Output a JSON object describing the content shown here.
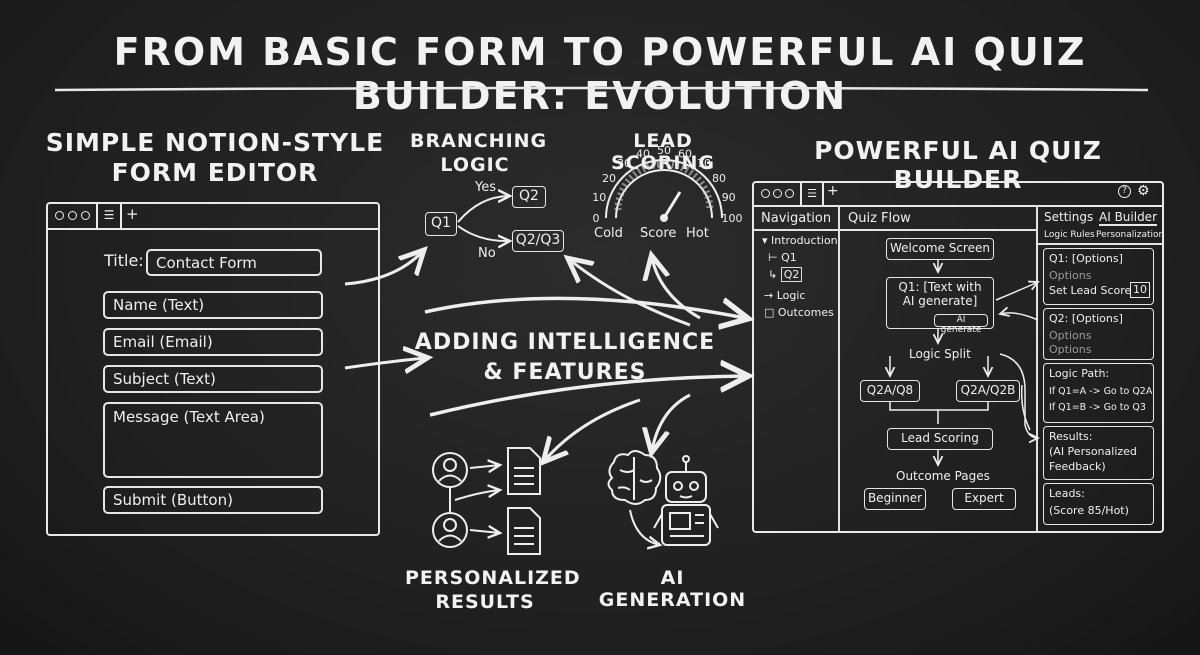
{
  "title": "FROM BASIC FORM TO POWERFUL AI QUIZ BUILDER: EVOLUTION",
  "left": {
    "heading_line1": "SIMPLE NOTION-STYLE",
    "heading_line2": "FORM EDITOR",
    "title_label": "Title:",
    "title_value": "Contact Form",
    "fields": [
      "Name (Text)",
      "Email (Email)",
      "Subject (Text)",
      "Message (Text Area)",
      "Submit (Button)"
    ]
  },
  "center": {
    "branching_line1": "BRANCHING",
    "branching_line2": "LOGIC",
    "q1": "Q1",
    "q2": "Q2",
    "q2q3": "Q2/Q3",
    "yes": "Yes",
    "no": "No",
    "lead_scoring": "LEAD SCORING",
    "gauge_ticks": [
      "0",
      "10",
      "20",
      "30",
      "40",
      "50",
      "60",
      "70",
      "80",
      "90",
      "100"
    ],
    "gauge_cold": "Cold",
    "gauge_score": "Score",
    "gauge_hot": "Hot",
    "middle_line1": "ADDING INTELLIGENCE",
    "middle_line2": "& FEATURES",
    "personalized_line1": "PERSONALIZED",
    "personalized_line2": "RESULTS",
    "ai_generation": "AI GENERATION"
  },
  "right": {
    "heading": "POWERFUL AI QUIZ BUILDER",
    "nav_title": "Navigation",
    "nav_items": [
      "Introduction",
      "Q1",
      "Q2",
      "Logic",
      "Outcomes"
    ],
    "flow_title": "Quiz Flow",
    "welcome": "Welcome Screen",
    "q1_line1": "Q1: [Text with",
    "q1_line2": "AI generate]",
    "ai_generate": "AI generate",
    "logic_split": "Logic Split",
    "branch_a": "Q2A/Q8",
    "branch_b": "Q2A/Q2B",
    "lead_scoring": "Lead Scoring",
    "outcome_pages": "Outcome Pages",
    "beginner": "Beginner",
    "expert": "Expert",
    "settings_tab": "Settings",
    "ai_builder_tab": "AI Builder",
    "logic_rules_tab": "Logic Rules",
    "personalization_tab": "Personalization",
    "card_q1_title": "Q1: [Options]",
    "card_q1_options": "Options",
    "card_q1_lead": "Set Lead Score",
    "card_q1_lead_value": "10",
    "card_q2_title": "Q2: [Options]",
    "card_q2_opt1": "Options",
    "card_q2_opt2": "Options",
    "logic_path_title": "Logic Path:",
    "logic_path_1": "If Q1=A -> Go to Q2A",
    "logic_path_2": "If Q1=B -> Go to Q3",
    "results_line1": "Results:",
    "results_line2": "(AI Personalized",
    "results_line3": "Feedback)",
    "leads_line1": "Leads:",
    "leads_line2": "(Score 85/Hot)"
  }
}
